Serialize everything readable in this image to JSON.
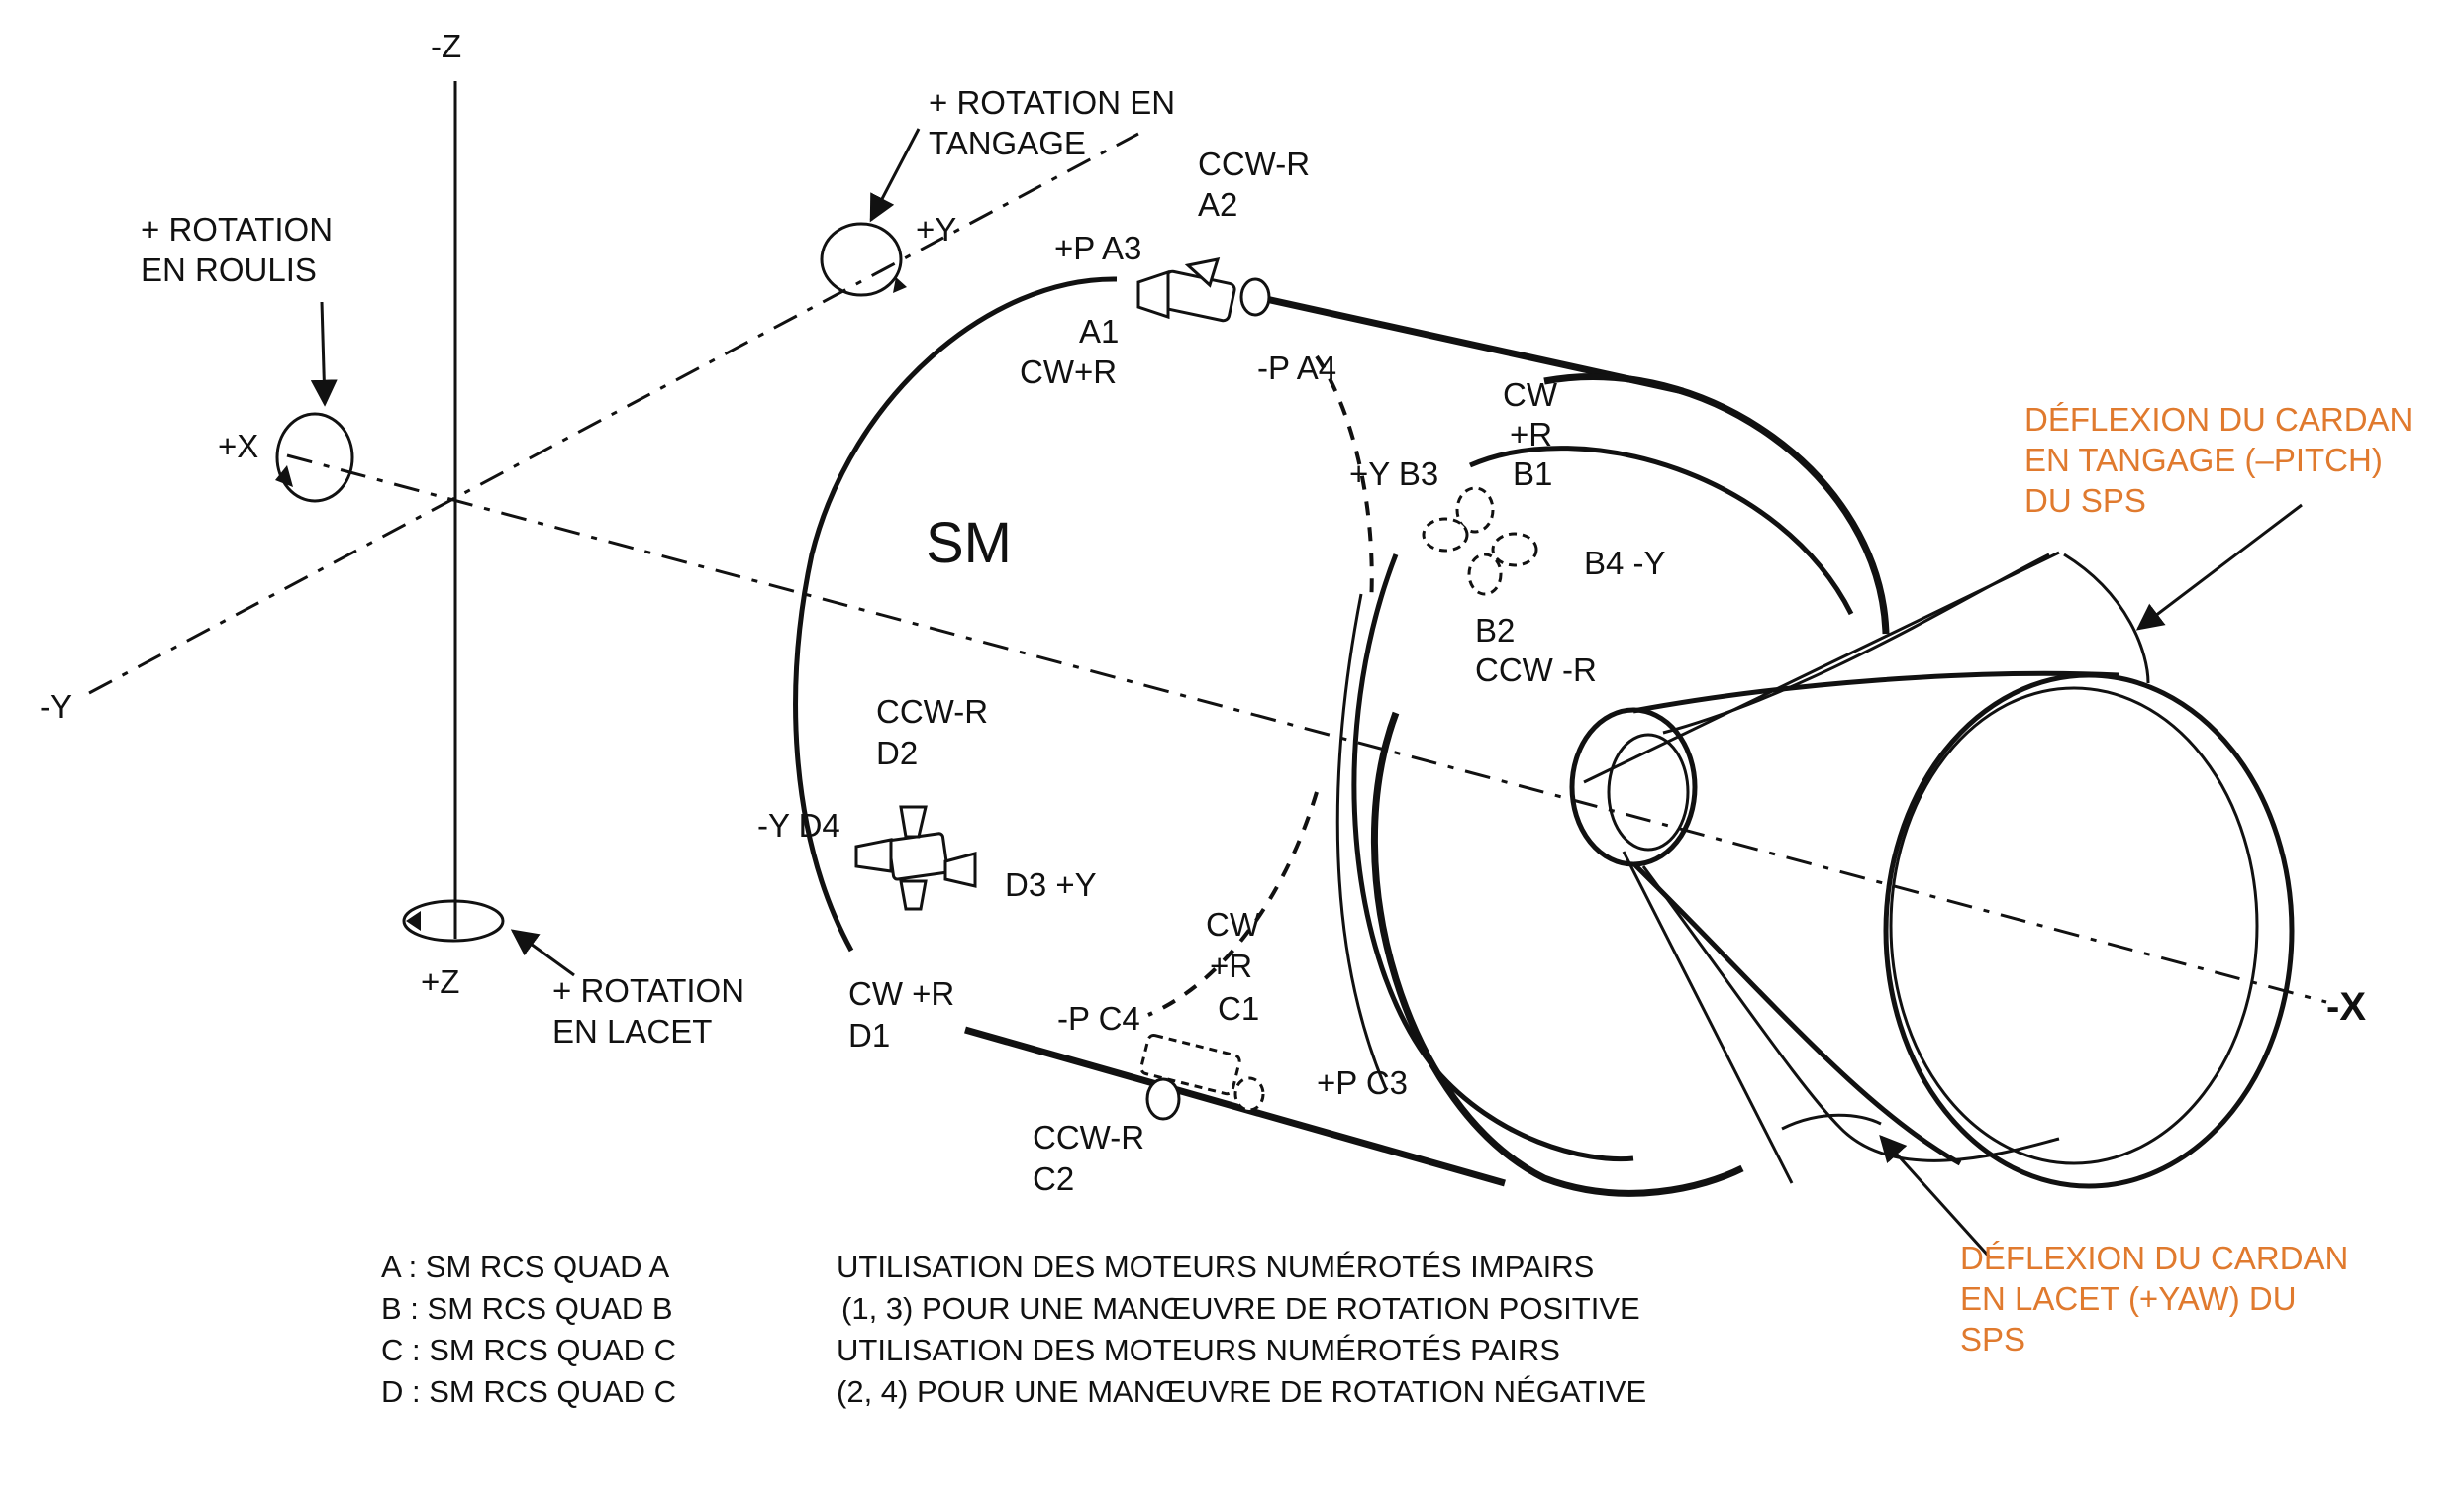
{
  "axes": {
    "minus_z": "-Z",
    "plus_z": "+Z",
    "plus_x": "+X",
    "minus_x": "-X",
    "plus_y": "+Y",
    "minus_y": "-Y"
  },
  "rotations": {
    "pitch": [
      "+ ROTATION EN",
      "TANGAGE"
    ],
    "roll": [
      "+ ROTATION",
      "EN ROULIS"
    ],
    "yaw": [
      "+ ROTATION",
      "EN LACET"
    ]
  },
  "module_label": "SM",
  "quad_a": {
    "a2": [
      "CCW-R",
      "A2"
    ],
    "a3": "+P A3",
    "a1": [
      "A1",
      "CW+R"
    ],
    "a4": "-P A4"
  },
  "quad_b": {
    "b1": [
      "CW",
      "+R",
      "B1"
    ],
    "b3": "+Y B3",
    "b4": "B4 -Y",
    "b2": [
      "B2",
      "CCW -R"
    ]
  },
  "quad_d": {
    "d2": [
      "CCW-R",
      "D2"
    ],
    "d4": "-Y D4",
    "d3": "D3 +Y",
    "d1": [
      "CW +R",
      "D1"
    ]
  },
  "quad_c": {
    "c1": [
      "CW",
      "+R",
      "C1"
    ],
    "c4": "-P C4",
    "c3": "+P C3",
    "c2": [
      "CCW-R",
      "C2"
    ]
  },
  "annotations": {
    "pitch_gimbal": [
      "DÉFLEXION DU CARDAN",
      "EN TANGAGE (–PITCH)",
      "DU SPS"
    ],
    "yaw_gimbal": [
      "DÉFLEXION DU CARDAN",
      "EN LACET (+YAW) DU",
      "SPS"
    ],
    "color": "#e07a2e"
  },
  "legend": {
    "keys": [
      "A : SM RCS QUAD A",
      "B : SM RCS QUAD B",
      "C : SM RCS QUAD C",
      "D : SM RCS QUAD C"
    ],
    "notes": [
      "UTILISATION DES MOTEURS NUMÉROTÉS IMPAIRS",
      "(1, 3) POUR UNE MANŒUVRE DE ROTATION POSITIVE",
      "UTILISATION DES MOTEURS NUMÉROTÉS PAIRS",
      "(2, 4) POUR UNE MANŒUVRE DE ROTATION NÉGATIVE"
    ]
  }
}
